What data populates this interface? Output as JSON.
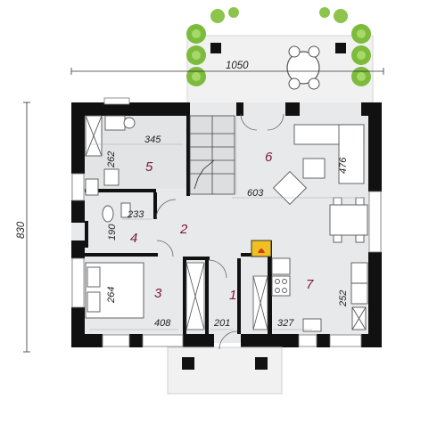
{
  "overall_dims": {
    "width": "1050",
    "height": "830"
  },
  "rooms": [
    {
      "number": "1",
      "dim": "201"
    },
    {
      "number": "2"
    },
    {
      "number": "3",
      "dims": [
        "264",
        "408"
      ]
    },
    {
      "number": "4",
      "dim": "190"
    },
    {
      "number": "5",
      "dims": [
        "345",
        "262",
        "233"
      ]
    },
    {
      "number": "6",
      "dims": [
        "603",
        "476"
      ]
    },
    {
      "number": "7",
      "dims": [
        "327",
        "252"
      ]
    }
  ],
  "colors": {
    "wall": "#111111",
    "floor_light": "#dddedf",
    "floor_room": "#e8e9ea",
    "room_number": "#7a1a36",
    "plant": "#7cbb3c",
    "fireplace": "#f0c020"
  },
  "icons": [
    "plant-icon",
    "table-icon",
    "sofa-icon",
    "bed-icon",
    "toilet-icon",
    "fireplace-icon",
    "stove-icon",
    "sink-icon"
  ]
}
